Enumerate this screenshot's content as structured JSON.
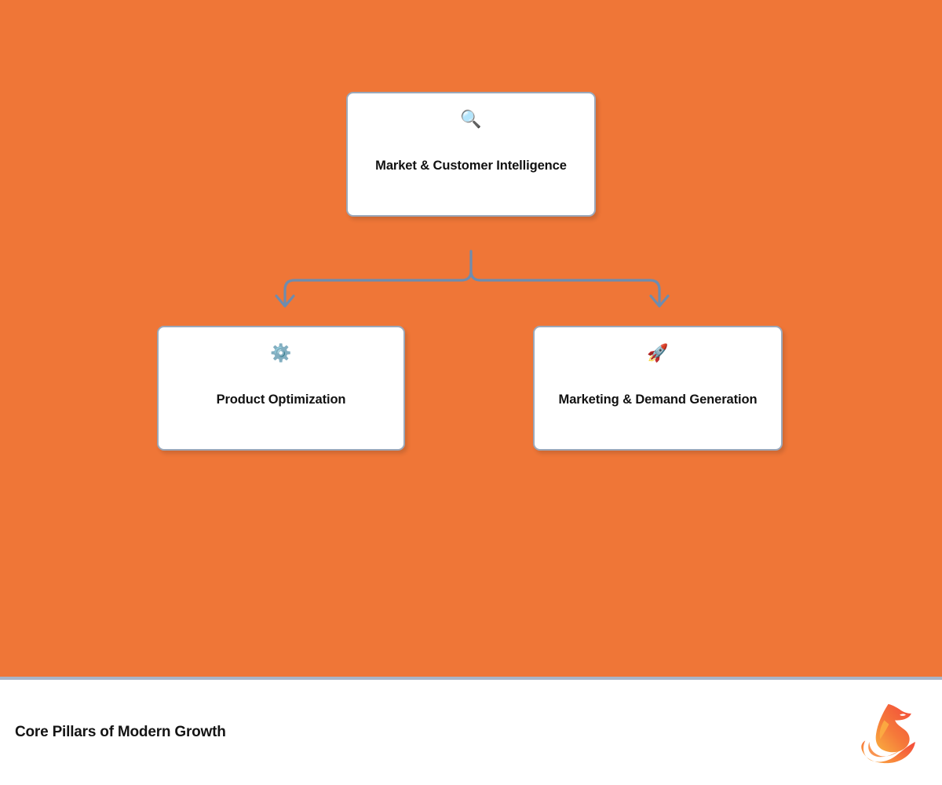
{
  "theme": {
    "stage_background": "#EF7637",
    "card_background": "#FFFFFF",
    "card_border": "#9BA8BA",
    "connector_color": "#6E8CAE",
    "divider_color": "#A8B5C8",
    "text_color": "#111111",
    "logo_gradient_from": "#F4523B",
    "logo_gradient_to": "#F9A03F"
  },
  "diagram": {
    "type": "hierarchy",
    "root": {
      "id": "market-customer-intelligence",
      "icon": "magnifying-glass-icon",
      "icon_glyph": "🔍",
      "label": "Market & Customer Intelligence"
    },
    "children": [
      {
        "id": "product-optimization",
        "icon": "gear-icon",
        "icon_glyph": "⚙️",
        "label": "Product Optimization"
      },
      {
        "id": "marketing-demand-generation",
        "icon": "rocket-icon",
        "icon_glyph": "🚀",
        "label": "Marketing & Demand Generation"
      }
    ],
    "connectors": [
      {
        "from": "market-customer-intelligence",
        "to": "product-optimization",
        "style": "elbow-arrow"
      },
      {
        "from": "market-customer-intelligence",
        "to": "marketing-demand-generation",
        "style": "elbow-arrow"
      }
    ]
  },
  "footer": {
    "title": "Core Pillars of Modern Growth",
    "logo": "fox-logo"
  }
}
